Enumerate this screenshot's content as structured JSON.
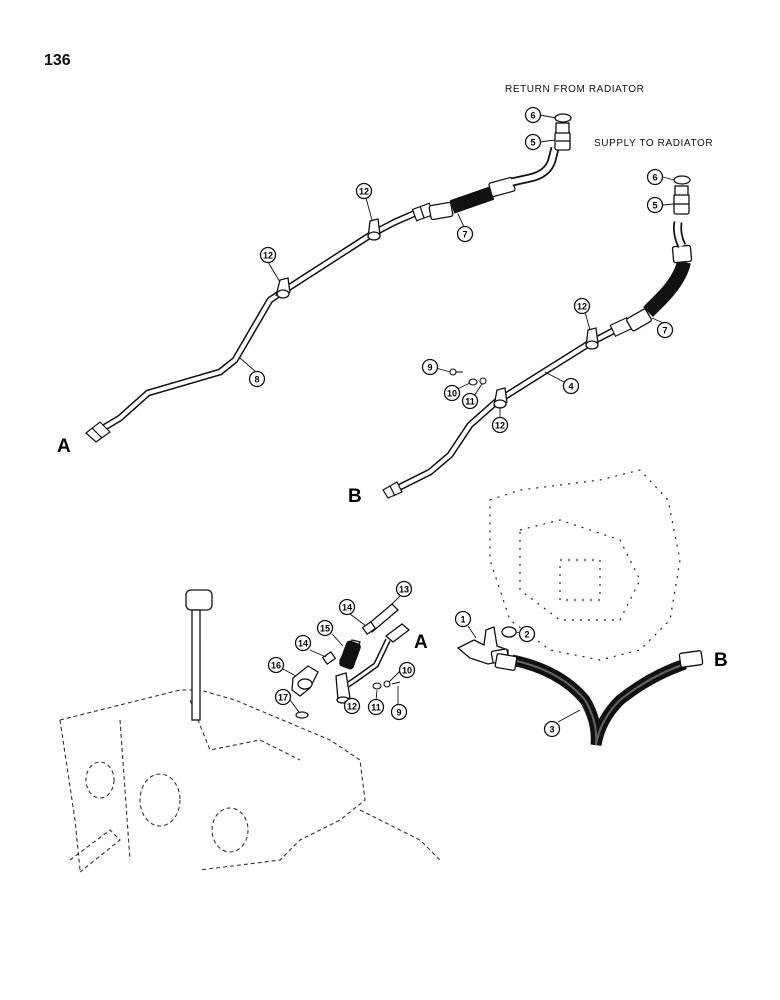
{
  "page": {
    "number": "136"
  },
  "captions": {
    "return_from_radiator": "RETURN FROM RADIATOR",
    "supply_to_radiator": "SUPPLY TO RADIATOR"
  },
  "end_labels": [
    "A",
    "B",
    "A",
    "B"
  ],
  "callouts": [
    "6",
    "5",
    "7",
    "12",
    "12",
    "8",
    "6",
    "5",
    "7",
    "12",
    "9",
    "10",
    "11",
    "12",
    "4",
    "1",
    "2",
    "3",
    "13",
    "14",
    "14",
    "15",
    "16",
    "17",
    "12",
    "11",
    "10",
    "9"
  ]
}
